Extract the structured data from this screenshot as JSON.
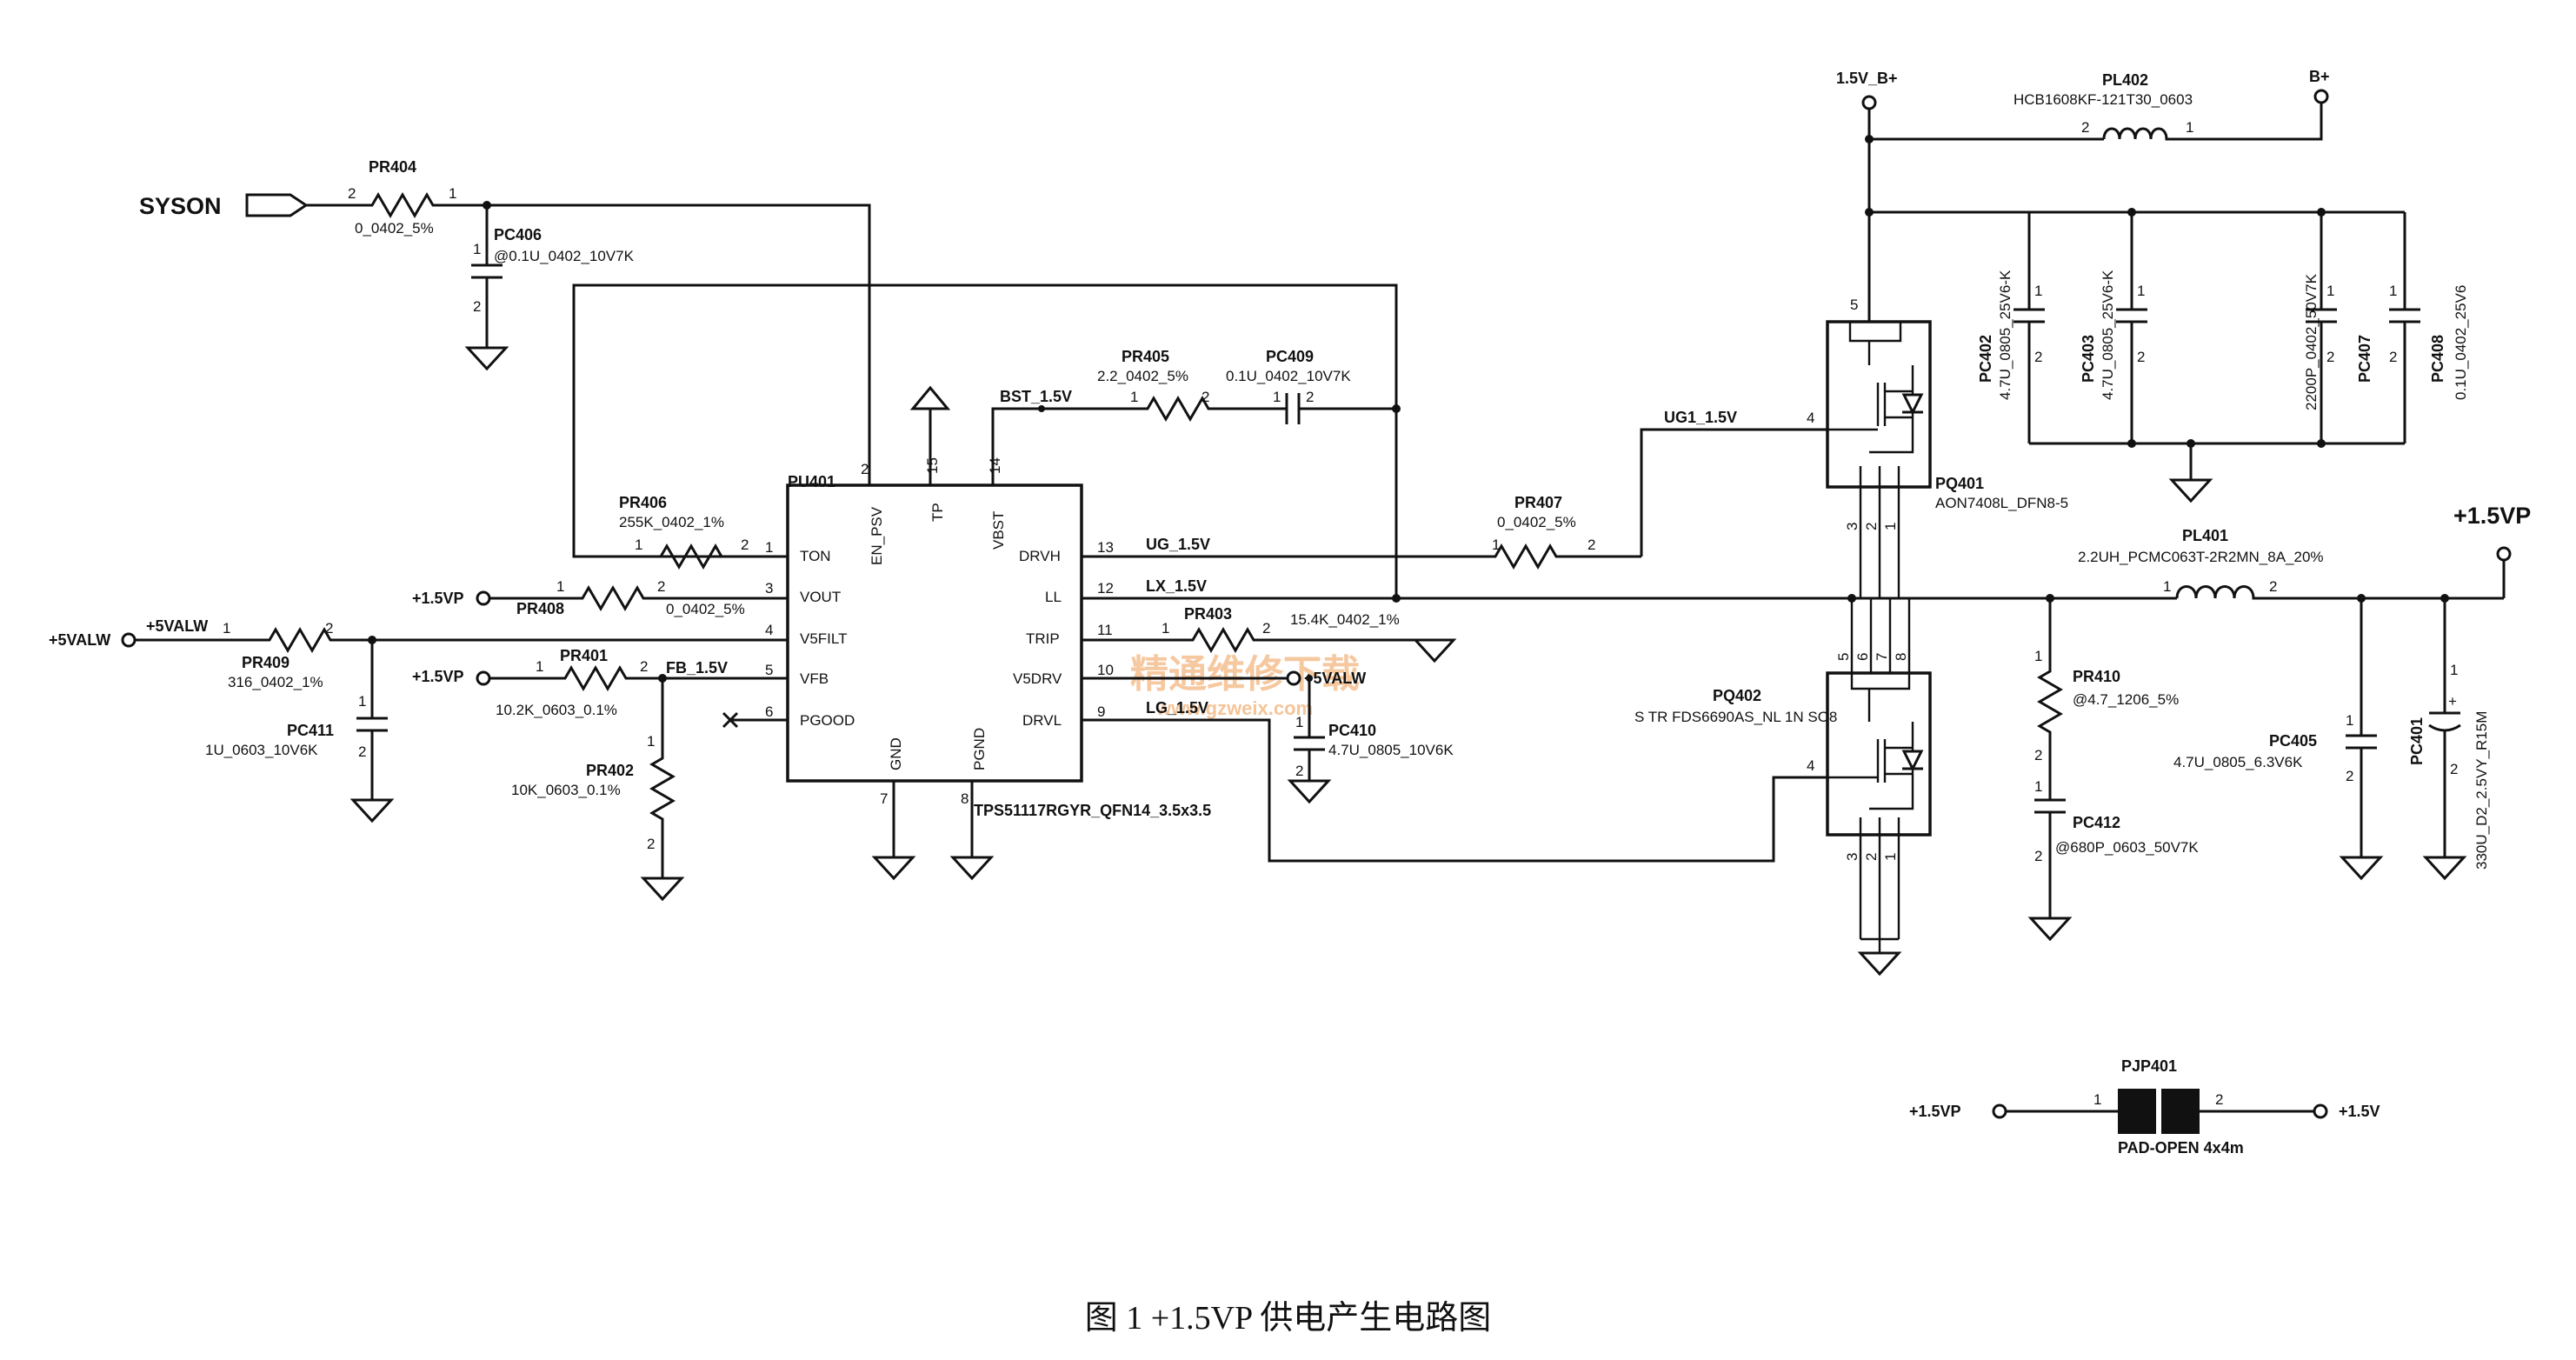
{
  "caption": "图 1 +1.5VP 供电产生电路图",
  "watermark": {
    "text": "精通维修下载",
    "url": "www.gzweix.com"
  },
  "controller": {
    "ref": "PU401",
    "part": "TPS51117RGYR_QFN14_3.5x3.5",
    "pins_left": [
      {
        "num": "1",
        "name": "TON"
      },
      {
        "num": "3",
        "name": "VOUT"
      },
      {
        "num": "4",
        "name": "V5FILT"
      },
      {
        "num": "5",
        "name": "VFB"
      },
      {
        "num": "6",
        "name": "PGOOD"
      }
    ],
    "pins_right": [
      {
        "num": "13",
        "name": "DRVH"
      },
      {
        "num": "12",
        "name": "LL"
      },
      {
        "num": "11",
        "name": "TRIP"
      },
      {
        "num": "10",
        "name": "V5DRV"
      },
      {
        "num": "9",
        "name": "DRVL"
      }
    ],
    "pins_top": [
      {
        "num": "2",
        "name": "EN_PSV"
      },
      {
        "num": "15",
        "name": "TP"
      },
      {
        "num": "14",
        "name": "VBST"
      }
    ],
    "pins_bottom": [
      {
        "num": "7",
        "name": "GND"
      },
      {
        "num": "8",
        "name": "PGND"
      }
    ]
  },
  "nets": {
    "syson": "SYSON",
    "p5valw": "+5VALW",
    "p5valw_in": "+5VALW",
    "p15vp": "+1.5VP",
    "p15vp_b": "+1.5VP",
    "fb": "FB_1.5V",
    "bst": "BST_1.5V",
    "ug": "UG_1.5V",
    "ug1": "UG1_1.5V",
    "lx": "LX_1.5V",
    "lg": "LG_1.5V",
    "v5drv": "+5VALW",
    "b_in": "1.5V_B+",
    "bplus": "B+",
    "out": "+1.5VP",
    "jp_left": "+1.5VP",
    "jp_right": "+1.5V"
  },
  "components": {
    "PR404": {
      "ref": "PR404",
      "value": "0_0402_5%",
      "p1": "2",
      "p2": "1"
    },
    "PC406": {
      "ref": "PC406",
      "value": "@0.1U_0402_10V7K",
      "p1": "1",
      "p2": "2"
    },
    "PR406": {
      "ref": "PR406",
      "value": "255K_0402_1%",
      "p1": "1",
      "p2": "2"
    },
    "PR408": {
      "ref": "PR408",
      "value": "0_0402_5%",
      "p1": "1",
      "p2": "2"
    },
    "PR409": {
      "ref": "PR409",
      "value": "316_0402_1%",
      "p1": "1",
      "p2": "2"
    },
    "PC411": {
      "ref": "PC411",
      "value": "1U_0603_10V6K",
      "p1": "1",
      "p2": "2"
    },
    "PR401": {
      "ref": "PR401",
      "value": "10.2K_0603_0.1%",
      "p1": "1",
      "p2": "2"
    },
    "PR402": {
      "ref": "PR402",
      "value": "10K_0603_0.1%",
      "p1": "1",
      "p2": "2"
    },
    "PR405": {
      "ref": "PR405",
      "value": "2.2_0402_5%",
      "p1": "1",
      "p2": "2"
    },
    "PC409": {
      "ref": "PC409",
      "value": "0.1U_0402_10V7K",
      "p1": "1",
      "p2": "2"
    },
    "PR403": {
      "ref": "PR403",
      "value": "15.4K_0402_1%",
      "p1": "1",
      "p2": "2"
    },
    "PC410": {
      "ref": "PC410",
      "value": "4.7U_0805_10V6K",
      "p1": "1",
      "p2": "2"
    },
    "PR407": {
      "ref": "PR407",
      "value": "0_0402_5%",
      "p1": "1",
      "p2": "2"
    },
    "PL402": {
      "ref": "PL402",
      "value": "HCB1608KF-121T30_0603",
      "p1": "2",
      "p2": "1"
    },
    "PC402": {
      "ref": "PC402",
      "value": "4.7U_0805_25V6-K",
      "p1": "1",
      "p2": "2"
    },
    "PC403": {
      "ref": "PC403",
      "value": "4.7U_0805_25V6-K",
      "p1": "1",
      "p2": "2"
    },
    "PC407": {
      "ref": "PC407",
      "value": "2200P_0402_50V7K",
      "p1": "1",
      "p2": "2"
    },
    "PC408": {
      "ref": "PC408",
      "value": "0.1U_0402_25V6",
      "p1": "1",
      "p2": "2"
    },
    "PQ401": {
      "ref": "PQ401",
      "value": "AON7408L_DFN8-5",
      "gate": "4",
      "drain": "5",
      "s1": "1",
      "s2": "2",
      "s3": "3"
    },
    "PQ402": {
      "ref": "PQ402",
      "value": "S TR FDS6690AS_NL 1N SO8",
      "gate": "4",
      "d1": "5",
      "d2": "6",
      "d3": "7",
      "d4": "8",
      "s1": "1",
      "s2": "2",
      "s3": "3"
    },
    "PL401": {
      "ref": "PL401",
      "value": "2.2UH_PCMC063T-2R2MN_8A_20%",
      "p1": "1",
      "p2": "2"
    },
    "PR410": {
      "ref": "PR410",
      "value": "@4.7_1206_5%",
      "p1": "1",
      "p2": "2"
    },
    "PC412": {
      "ref": "PC412",
      "value": "@680P_0603_50V7K",
      "p1": "1",
      "p2": "2"
    },
    "PC405": {
      "ref": "PC405",
      "value": "4.7U_0805_6.3V6K",
      "p1": "1",
      "p2": "2"
    },
    "PC401": {
      "ref": "PC401",
      "value": "330U_D2_2.5VY_R15M",
      "p1": "1",
      "p2": "2",
      "plus": "+"
    },
    "PJP401": {
      "ref": "PJP401",
      "value": "PAD-OPEN 4x4m",
      "p1": "1",
      "p2": "2"
    }
  }
}
